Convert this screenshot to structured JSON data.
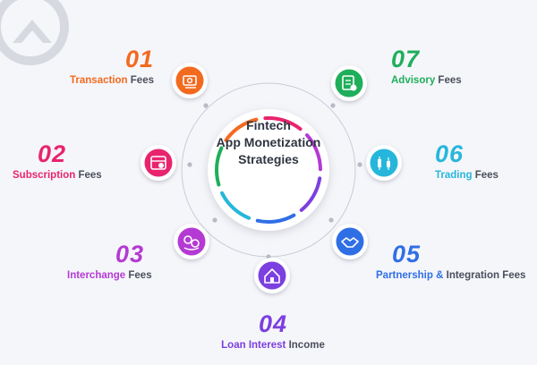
{
  "center": {
    "lines": [
      "Fintech",
      "App Monetization",
      "Strategies"
    ]
  },
  "strategies": [
    {
      "number": "01",
      "label_colored": "Transaction",
      "label_rest": "Fees",
      "color": "#f36a1f",
      "icon": "money-stack-icon"
    },
    {
      "number": "02",
      "label_colored": "Subscription",
      "label_rest": "Fees",
      "color": "#e8246e",
      "icon": "calendar-dollar-icon"
    },
    {
      "number": "03",
      "label_colored": "Interchange",
      "label_rest": "Fees",
      "color": "#b43ad3",
      "icon": "currency-exchange-icon"
    },
    {
      "number": "04",
      "label_colored": "Loan Interest",
      "label_rest": "Income",
      "color": "#7c3fe0",
      "icon": "house-growth-icon"
    },
    {
      "number": "05",
      "label_colored": "Partnership &",
      "label_rest": "Integration Fees",
      "color": "#2f6fe6",
      "icon": "handshake-icon"
    },
    {
      "number": "06",
      "label_colored": "Trading",
      "label_rest": "Fees",
      "color": "#27b6db",
      "icon": "trading-chart-icon"
    },
    {
      "number": "07",
      "label_colored": "Advisory",
      "label_rest": "Fees",
      "color": "#1fae5a",
      "icon": "advisory-document-icon"
    }
  ]
}
